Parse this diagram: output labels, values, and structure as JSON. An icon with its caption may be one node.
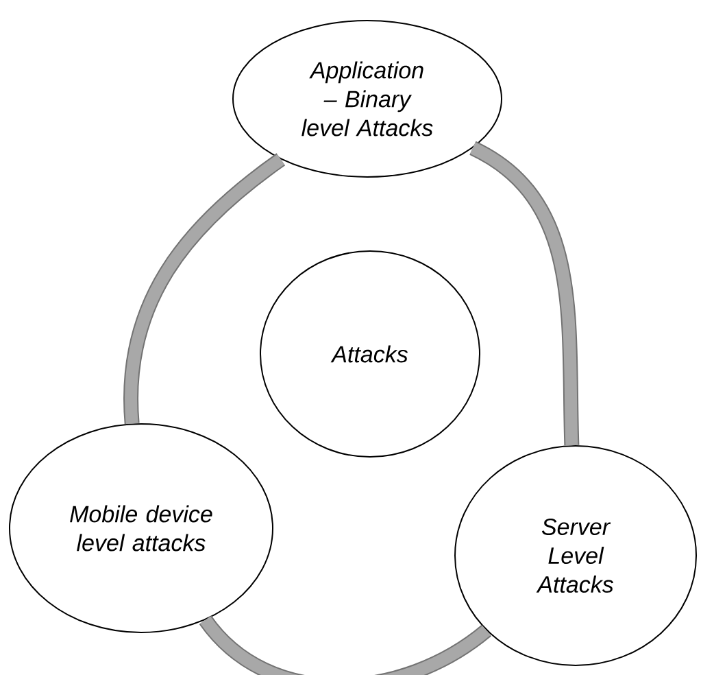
{
  "diagram": {
    "nodes": [
      {
        "text": [
          "Application – Binary level Attacks"
        ]
      },
      {
        "text": [
          "Attacks"
        ]
      },
      {
        "text": [
          "Mobile device level attacks"
        ]
      },
      {
        "text": [
          "Server Level Attacks"
        ]
      }
    ],
    "edges": [
      {
        "from": 0,
        "to": 2,
        "arrow": "none"
      },
      {
        "from": 2,
        "to": 3,
        "arrow": "none"
      },
      {
        "from": 3,
        "to": 0,
        "arrow": "none"
      }
    ]
  }
}
